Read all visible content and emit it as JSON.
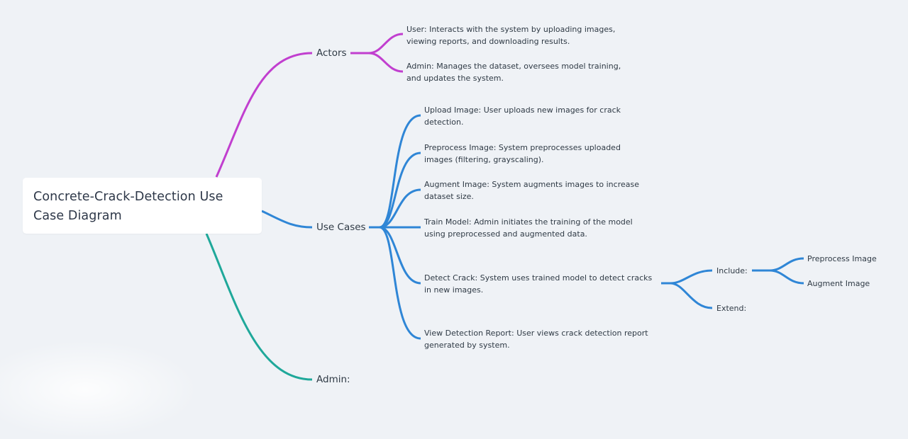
{
  "root": {
    "title": "Concrete-Crack-Detection Use Case Diagram"
  },
  "colors": {
    "actors": "#c13fcf",
    "use_cases": "#2f86d6",
    "admin": "#1fa89a",
    "background": "#eff2f6"
  },
  "actors": {
    "label": "Actors",
    "items": [
      {
        "line1": "User: Interacts with the system by uploading images,",
        "line2": "viewing reports, and downloading results."
      },
      {
        "line1": "Admin: Manages the dataset, oversees model training,",
        "line2": "and updates the system."
      }
    ]
  },
  "use_cases": {
    "label": "Use Cases",
    "items": [
      {
        "line1": "Upload Image: User uploads new images for crack",
        "line2": "detection."
      },
      {
        "line1": "Preprocess Image: System preprocesses uploaded",
        "line2": "images (filtering, grayscaling)."
      },
      {
        "line1": "Augment Image: System augments images to increase",
        "line2": "dataset size."
      },
      {
        "line1": "Train Model: Admin initiates the training of the model",
        "line2": "using preprocessed and augmented data."
      },
      {
        "line1": "Detect Crack: System uses trained model to detect cracks",
        "line2": "in new images."
      },
      {
        "line1": "View Detection Report: User views crack detection report",
        "line2": "generated by system."
      }
    ],
    "detect_crack_children": {
      "include": {
        "label": "Include:",
        "items": [
          "Preprocess Image",
          "Augment Image"
        ]
      },
      "extend": {
        "label": "Extend:"
      }
    }
  },
  "admin": {
    "label": "Admin:"
  }
}
